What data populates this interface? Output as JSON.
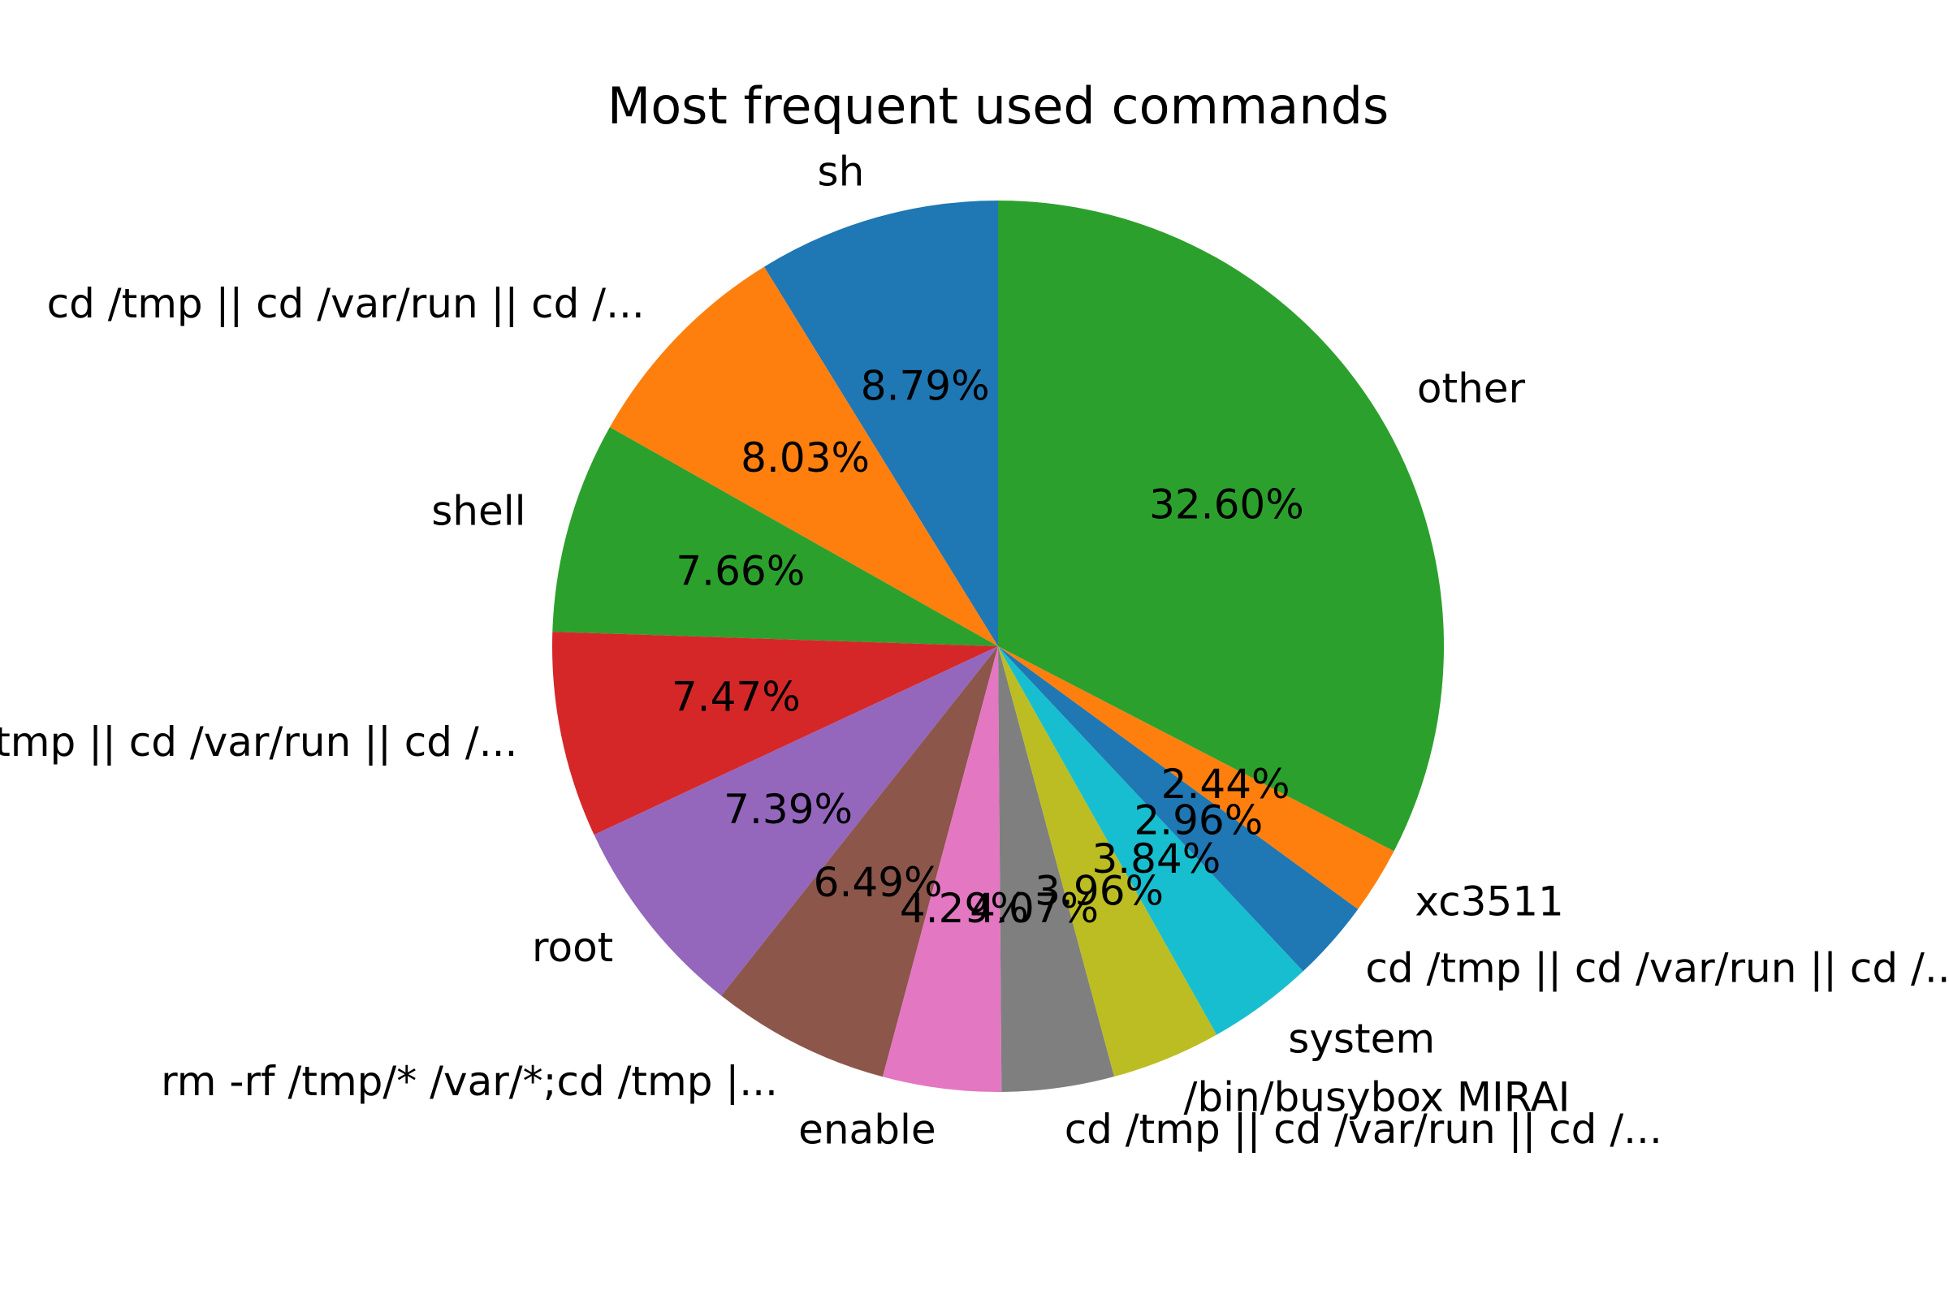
{
  "chart_data": {
    "type": "pie",
    "title": "Most frequent used commands",
    "start_angle_deg": 90,
    "direction": "counterclockwise",
    "slices": [
      {
        "label": "sh",
        "value": 8.79,
        "pct_text": "8.79%",
        "color": "#1f77b4"
      },
      {
        "label": "cd /tmp || cd /var/run || cd /...",
        "value": 8.03,
        "pct_text": "8.03%",
        "color": "#ff7f0e"
      },
      {
        "label": "shell",
        "value": 7.66,
        "pct_text": "7.66%",
        "color": "#2ca02c"
      },
      {
        "label": "cd /tmp || cd /var/run || cd /...",
        "value": 7.47,
        "pct_text": "7.47%",
        "color": "#d62728"
      },
      {
        "label": "root",
        "value": 7.39,
        "pct_text": "7.39%",
        "color": "#9467bd"
      },
      {
        "label": "rm -rf /tmp/* /var/*;cd /tmp |...",
        "value": 6.49,
        "pct_text": "6.49%",
        "color": "#8c564b"
      },
      {
        "label": "enable",
        "value": 4.29,
        "pct_text": "4.29%",
        "color": "#e377c2"
      },
      {
        "label": "cd /tmp || cd /var/run || cd /...",
        "value": 4.07,
        "pct_text": "4.07%",
        "color": "#7f7f7f"
      },
      {
        "label": "/bin/busybox MIRAI",
        "value": 3.96,
        "pct_text": "3.96%",
        "color": "#bcbd22"
      },
      {
        "label": "system",
        "value": 3.84,
        "pct_text": "3.84%",
        "color": "#17becf"
      },
      {
        "label": "cd /tmp || cd /var/run || cd /...",
        "value": 2.96,
        "pct_text": "2.96%",
        "color": "#1f77b4"
      },
      {
        "label": "xc3511",
        "value": 2.44,
        "pct_text": "2.44%",
        "color": "#ff7f0e"
      },
      {
        "label": "other",
        "value": 32.6,
        "pct_text": "32.60%",
        "color": "#2ca02c"
      }
    ]
  }
}
